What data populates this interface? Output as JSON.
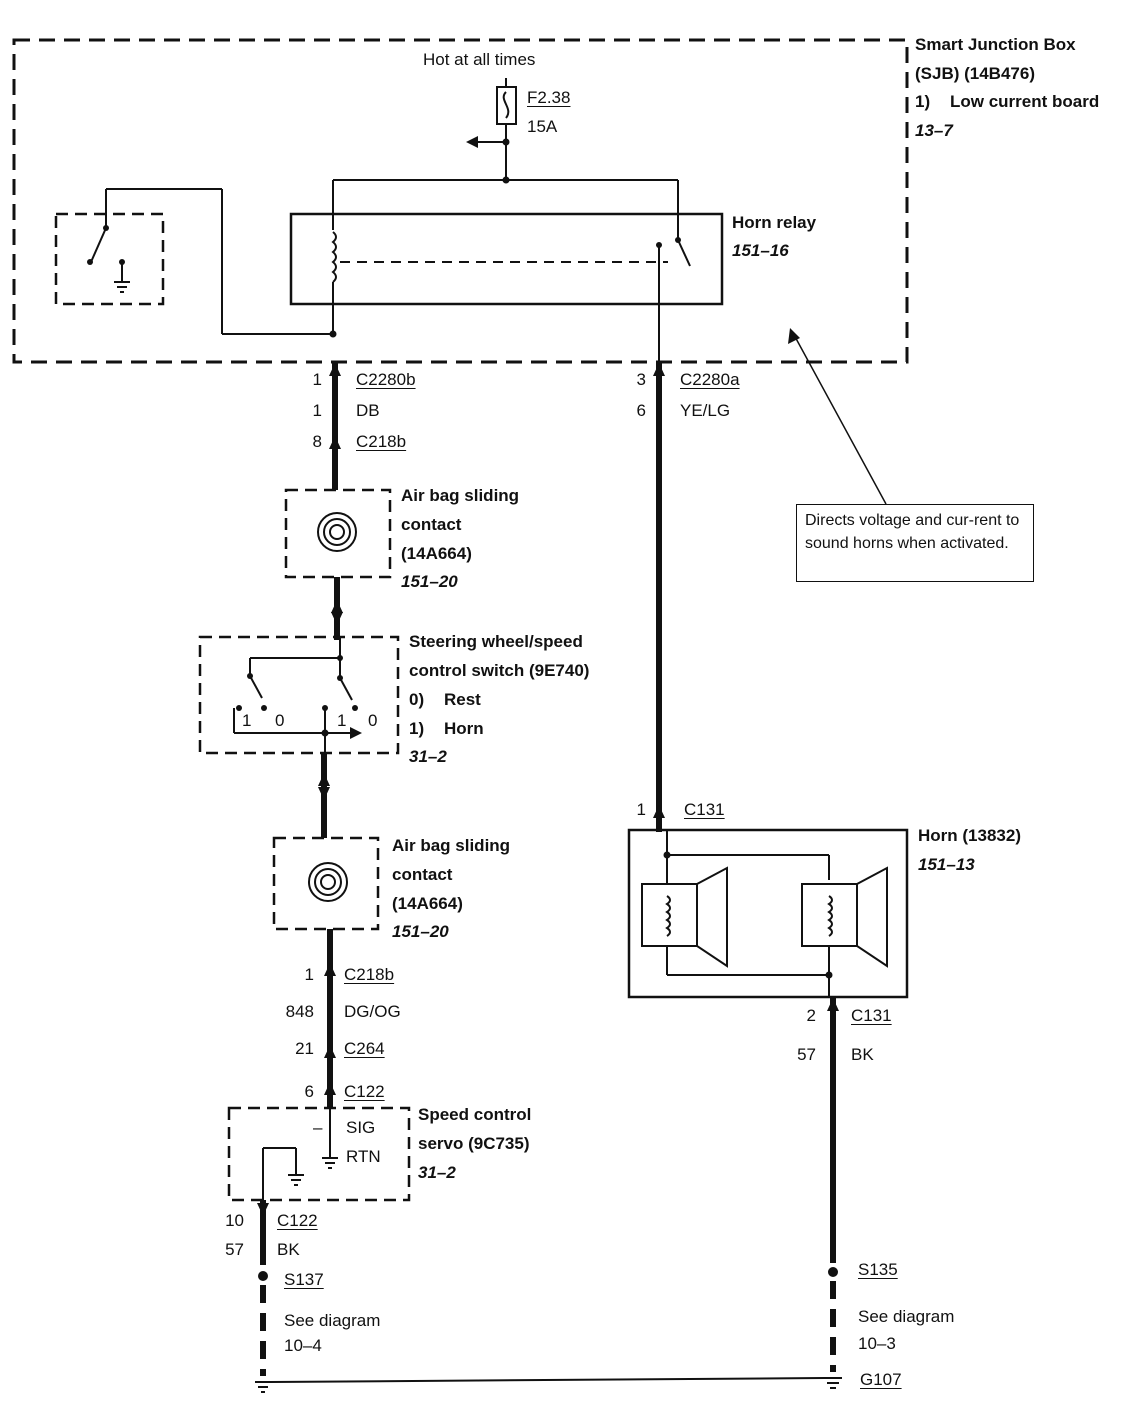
{
  "sjb": {
    "title": "Smart Junction Box",
    "subtitle": "(SJB) (14B476)",
    "sub_num": "1)",
    "sub_label": "Low current board",
    "ref": "13–7"
  },
  "power": {
    "label": "Hot at all times",
    "fuse_id": "F2.38",
    "fuse_rating": "15A"
  },
  "horn_relay": {
    "label": "Horn relay",
    "ref": "151–16"
  },
  "left_upper_wire": {
    "pin_a": "1",
    "conn_a": "C2280b",
    "circuit": "1",
    "color": "DB",
    "pin_b": "8",
    "conn_b": "C218b"
  },
  "right_upper_wire": {
    "pin_a": "3",
    "conn_a": "C2280a",
    "circuit": "6",
    "color": "YE/LG"
  },
  "airbag_upper": {
    "line1": "Air bag sliding",
    "line2": "contact",
    "line3": "(14A664)",
    "ref": "151–20"
  },
  "steering_switch": {
    "line1": "Steering wheel/speed",
    "line2": "control switch (9E740)",
    "opt0_num": "0)",
    "opt0_label": "Rest",
    "opt1_num": "1)",
    "opt1_label": "Horn",
    "ref": "31–2",
    "pos_a1": "1",
    "pos_a0": "0",
    "pos_b1": "1",
    "pos_b0": "0"
  },
  "note": {
    "text": "Directs voltage and cur-rent to sound horns when activated."
  },
  "airbag_lower": {
    "line1": "Air bag sliding",
    "line2": "contact",
    "line3": "(14A664)",
    "ref": "151–20"
  },
  "horn": {
    "pin": "1",
    "conn": "C131",
    "label": "Horn (13832)",
    "ref": "151–13"
  },
  "left_lower_wire": {
    "pin_a": "1",
    "conn_a": "C218b",
    "circuit": "848",
    "color": "DG/OG",
    "pin_b": "21",
    "conn_b": "C264",
    "pin_c": "6",
    "conn_c": "C122"
  },
  "servo": {
    "line1": "Speed control",
    "line2": "servo (9C735)",
    "ref": "31–2",
    "minus": "–",
    "sig": "SIG",
    "rtn": "RTN"
  },
  "servo_ground_wire": {
    "pin": "10",
    "conn": "C122",
    "circuit": "57",
    "color": "BK",
    "splice": "S137",
    "see": "See diagram",
    "see_ref": "10–4"
  },
  "horn_ground_wire": {
    "pin": "2",
    "conn": "C131",
    "circuit": "57",
    "color": "BK",
    "splice": "S135",
    "see": "See diagram",
    "see_ref": "10–3",
    "ground": "G107"
  }
}
